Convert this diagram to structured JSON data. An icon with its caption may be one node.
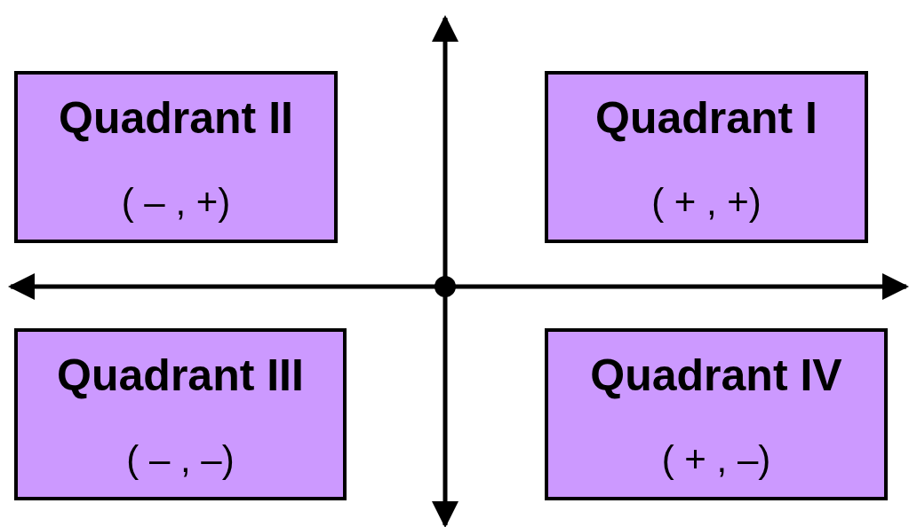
{
  "diagram": {
    "nodes": [
      {
        "text": [
          "Quadrant II",
          "( – , +)"
        ]
      },
      {
        "text": [
          "Quadrant I",
          "( + , +)"
        ]
      },
      {
        "text": [
          "Quadrant III",
          "( – , –)"
        ]
      },
      {
        "text": [
          "Quadrant IV",
          "( + , –)"
        ]
      }
    ],
    "edges": []
  }
}
